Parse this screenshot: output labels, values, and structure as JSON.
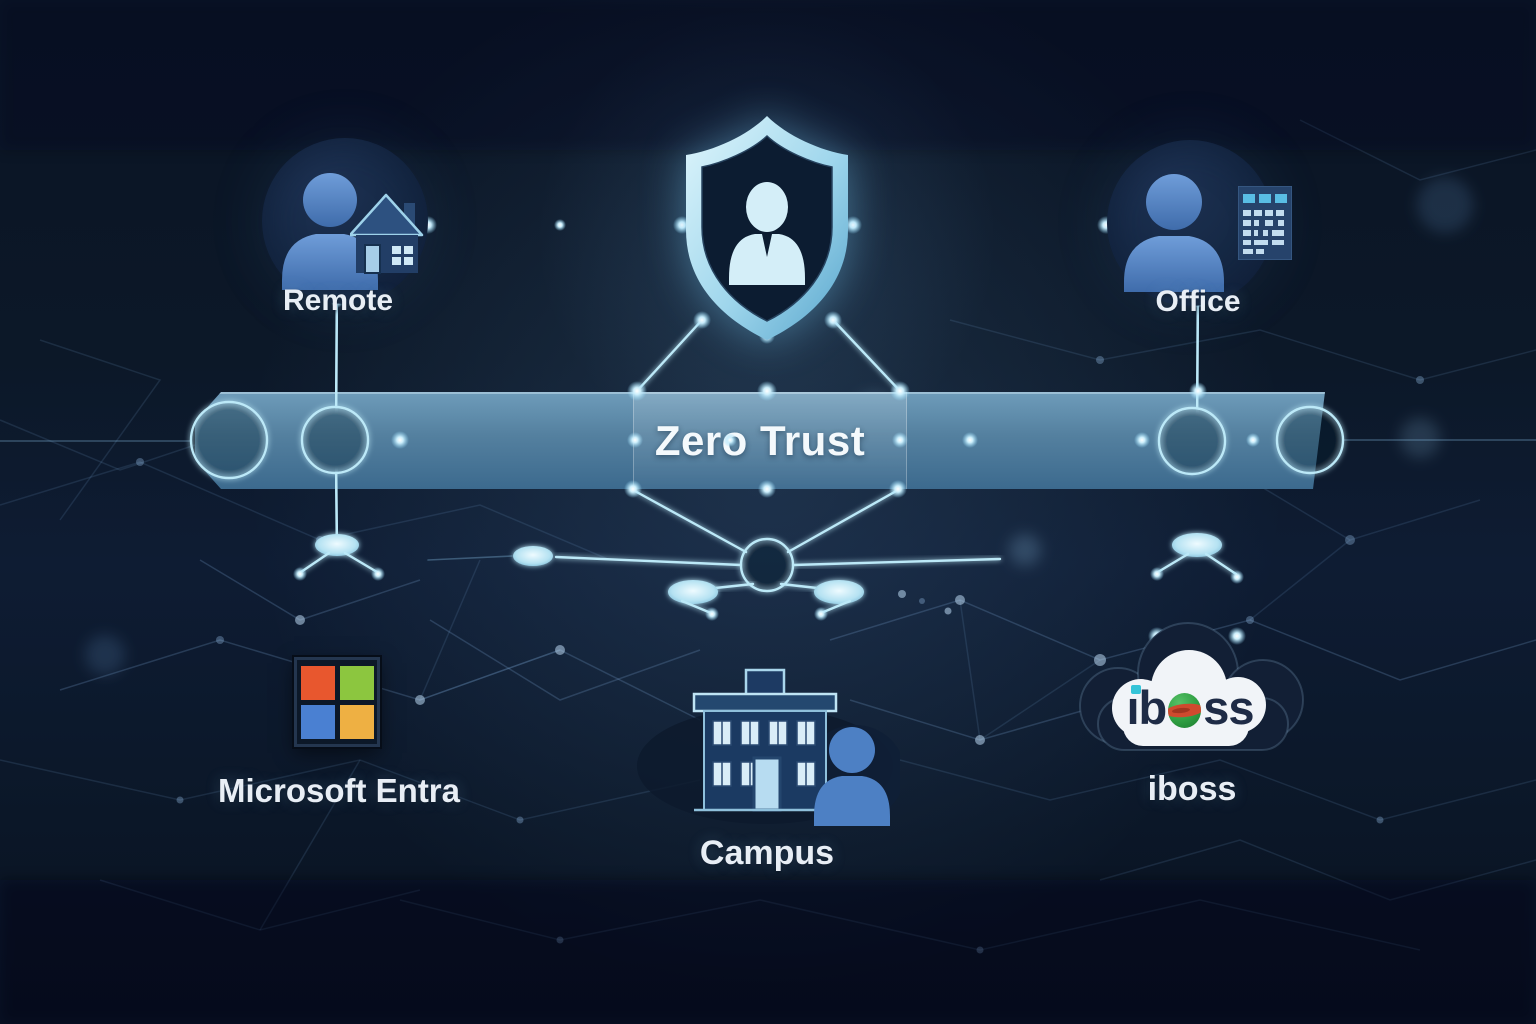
{
  "banner": {
    "title": "Zero Trust"
  },
  "nodes": {
    "remote": {
      "label": "Remote"
    },
    "office": {
      "label": "Office"
    },
    "microsoft_entra": {
      "label": "Microsoft Entra"
    },
    "campus": {
      "label": "Campus"
    },
    "iboss": {
      "label": "iboss",
      "logo_text": "iboss",
      "logo_parts": {
        "i": "ı",
        "b": "b",
        "tail": "ss"
      }
    }
  },
  "icons": [
    "shield-user-icon",
    "remote-user-icon",
    "house-icon",
    "office-user-icon",
    "office-building-icon",
    "microsoft-logo-icon",
    "campus-building-icon",
    "campus-user-icon",
    "iboss-cloud-icon"
  ],
  "colors": {
    "background_top": "#0a1424",
    "background_mid": "#0e1c33",
    "background_bottom": "#091220",
    "banner_top": "#6e9cba",
    "banner_bottom": "#3c6a8e",
    "line": "#bce9f8",
    "label": "#e8eef5",
    "person_blue": "#4d80c4",
    "ms_red": "#e8572e",
    "ms_green": "#8cc63f",
    "ms_blue": "#4a80d2",
    "ms_yellow": "#eeb043",
    "iboss_text": "#1e2b46",
    "iboss_green": "#2f9e42",
    "iboss_red": "#cf4a2e",
    "iboss_dot": "#35c4d8"
  }
}
